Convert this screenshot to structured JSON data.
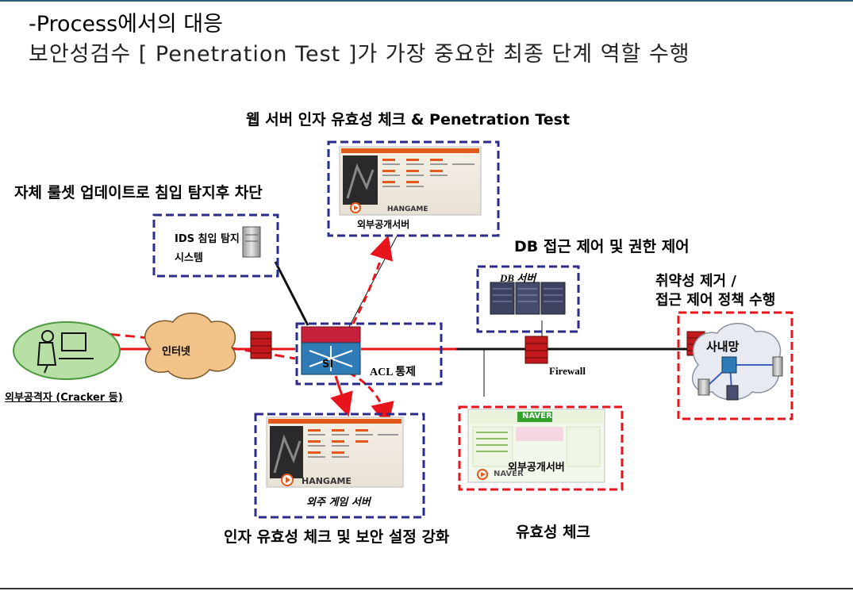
{
  "header": {
    "title_line1": "-Process에서의 대응",
    "title_line2": "보안성검수 [ Penetration Test ]가 가장 중요한 최종 단계 역할 수행"
  },
  "labels": {
    "web_check": "웹 서버 인자 유효성 체크 & Penetration Test",
    "ids_rule": "자체 룰셋 업데이트로 침입 탐지후 차단",
    "db_control": "DB 접근 제어 및 권한 제어",
    "vuln_line1": "취약성 제거 /",
    "vuln_line2": "접근 제어 정책 수행",
    "input_check": "인자 유효성 체크 및 보안 설정 강화",
    "validity_check": "유효성 체크"
  },
  "nodes": {
    "attacker": "외부공격자 (Cracker 등)",
    "internet": "인터넷",
    "ids_line1": "IDS 침입 탐지",
    "ids_line2": "시스템",
    "switch": "SI",
    "acl": "ACL 통제",
    "firewall": "Firewall",
    "db_server": "DB 서버",
    "public_server_top": "외부공개서버",
    "hangame_top": "HANGAME",
    "game_server": "외주 게임 서버",
    "hangame_bottom": "HANGAME",
    "public_server_right": "외부공개서버",
    "naver_top": "NAVER",
    "naver_bottom": "NAVER",
    "intranet": "사내망"
  },
  "colors": {
    "red_path": "#e8141b",
    "blue_box": "#2b2b8c",
    "red_box": "#e8141b",
    "firewall": "#b01818",
    "cloud": "#f2c389"
  }
}
